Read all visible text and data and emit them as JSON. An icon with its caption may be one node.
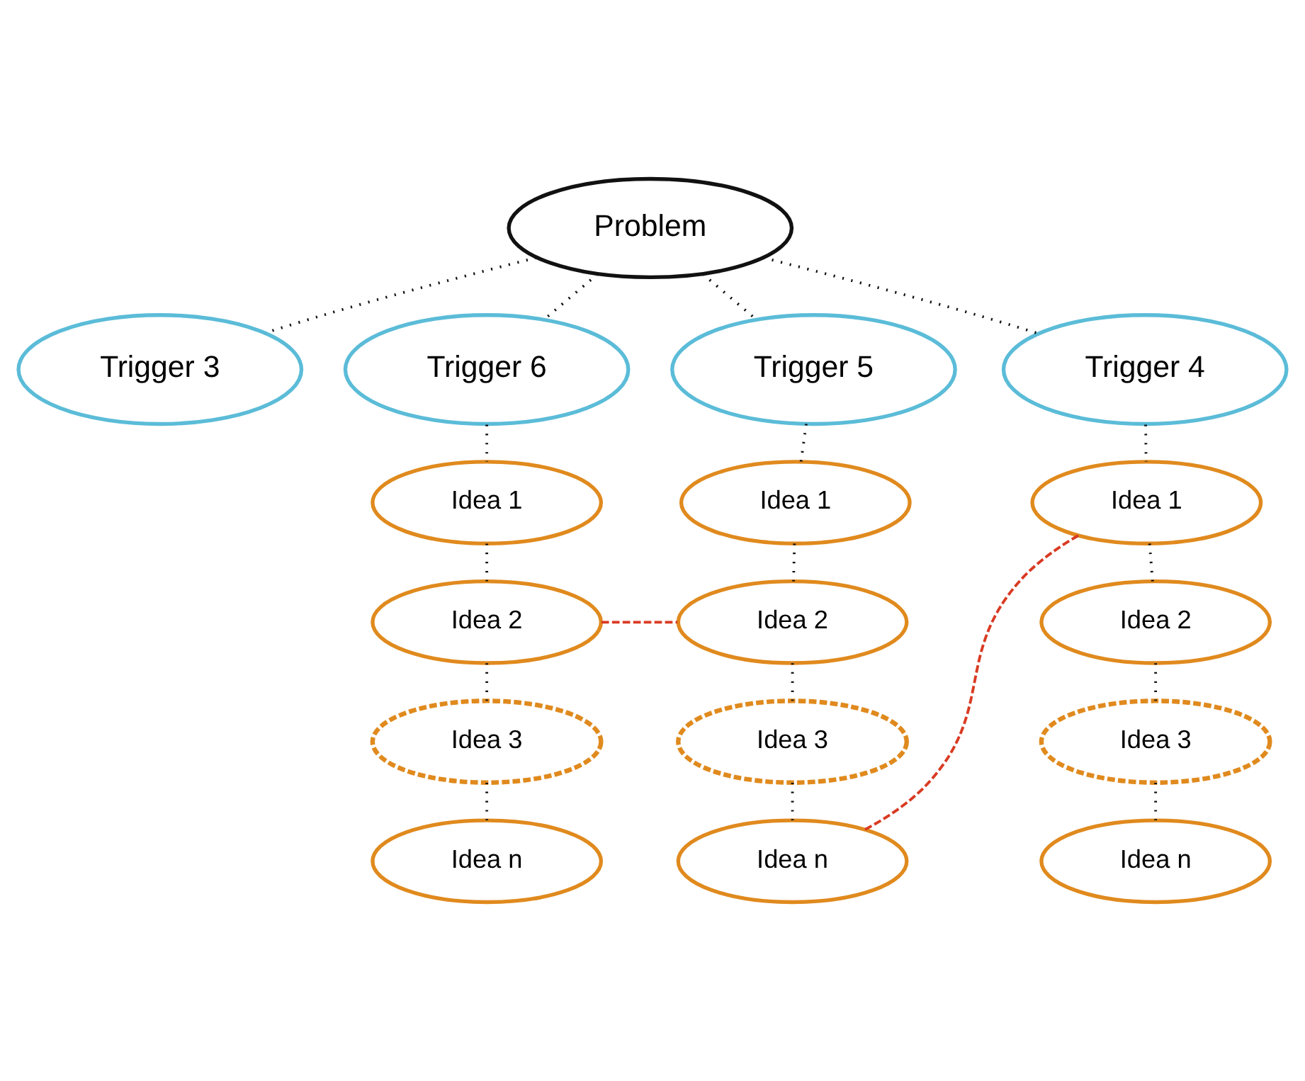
{
  "diagram": {
    "nodes": [
      {
        "text": [
          "Problem"
        ]
      },
      {
        "text": [
          "Trigger 3"
        ]
      },
      {
        "text": [
          "Trigger 6"
        ]
      },
      {
        "text": [
          "Trigger 5"
        ]
      },
      {
        "text": [
          "Trigger 4"
        ]
      },
      {
        "text": [
          "Idea 1"
        ]
      },
      {
        "text": [
          "Idea 2"
        ]
      },
      {
        "text": [
          "Idea 3"
        ]
      },
      {
        "text": [
          "Idea n"
        ]
      },
      {
        "text": [
          "Idea 1"
        ]
      },
      {
        "text": [
          "Idea 2"
        ]
      },
      {
        "text": [
          "Idea 3"
        ]
      },
      {
        "text": [
          "Idea n"
        ]
      },
      {
        "text": [
          "Idea 1"
        ]
      },
      {
        "text": [
          "Idea 2"
        ]
      },
      {
        "text": [
          "Idea 3"
        ]
      },
      {
        "text": [
          "Idea n"
        ]
      }
    ],
    "edges": [
      {
        "from": 0,
        "to": 1,
        "arrow": "none"
      },
      {
        "from": 0,
        "to": 2,
        "arrow": "none"
      },
      {
        "from": 0,
        "to": 3,
        "arrow": "none"
      },
      {
        "from": 0,
        "to": 4,
        "arrow": "none"
      },
      {
        "from": 2,
        "to": 5,
        "arrow": "none"
      },
      {
        "from": 5,
        "to": 6,
        "arrow": "none"
      },
      {
        "from": 6,
        "to": 7,
        "arrow": "none"
      },
      {
        "from": 7,
        "to": 8,
        "arrow": "none"
      },
      {
        "from": 3,
        "to": 9,
        "arrow": "none"
      },
      {
        "from": 9,
        "to": 10,
        "arrow": "none"
      },
      {
        "from": 10,
        "to": 11,
        "arrow": "none"
      },
      {
        "from": 11,
        "to": 12,
        "arrow": "none"
      },
      {
        "from": 4,
        "to": 13,
        "arrow": "none"
      },
      {
        "from": 13,
        "to": 14,
        "arrow": "none"
      },
      {
        "from": 14,
        "to": 15,
        "arrow": "none"
      },
      {
        "from": 15,
        "to": 16,
        "arrow": "none"
      },
      {
        "from": 6,
        "to": 10,
        "arrow": "none",
        "style": "dashed",
        "color": "#d93a22"
      },
      {
        "from": 13,
        "to": 12,
        "arrow": "none",
        "style": "dashed",
        "color": "#d93a22"
      }
    ]
  }
}
